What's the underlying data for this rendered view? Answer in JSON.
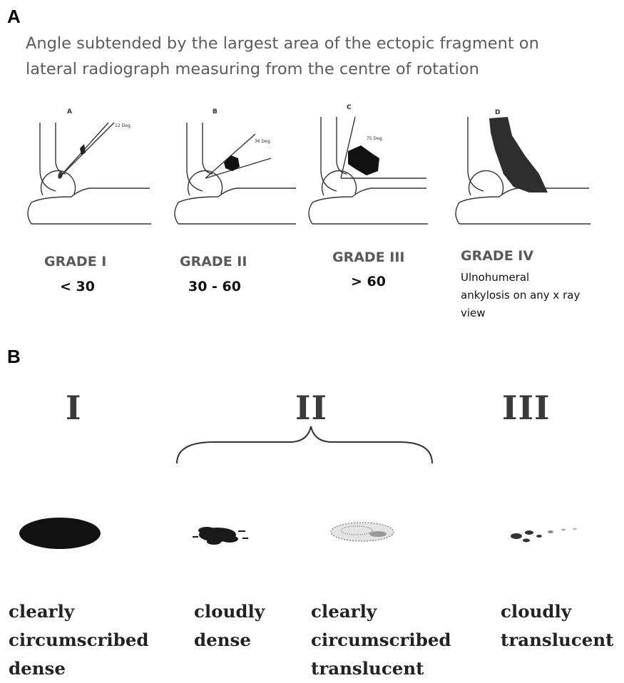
{
  "panel_a": {
    "letter": "A",
    "subtitle_line1": "Angle subtended by the largest area of the ectopic fragment  on",
    "subtitle_line2": "lateral radiograph measuring from the centre of rotation",
    "drawings": [
      {
        "label": "A",
        "angle_text": "12 Deg."
      },
      {
        "label": "B",
        "angle_text": "36 Deg."
      },
      {
        "label": "C",
        "angle_text": "75 Deg."
      },
      {
        "label": "D",
        "angle_text": ""
      }
    ],
    "grades": [
      {
        "name": "GRADE I",
        "value": "< 30"
      },
      {
        "name": "GRADE II",
        "value": "30 - 60"
      },
      {
        "name": "GRADE III",
        "value": "> 60"
      },
      {
        "name": "GRADE IV",
        "desc_line1": "Ulnohumeral",
        "desc_line2": "ankylosis on any x ray",
        "desc_line3": "view"
      }
    ]
  },
  "panel_b": {
    "letter": "B",
    "classes": [
      "I",
      "II",
      "III"
    ],
    "descriptions": [
      {
        "l1": "clearly",
        "l2": "circumscribed",
        "l3": "dense"
      },
      {
        "l1": "cloudly",
        "l2": "dense",
        "l3": ""
      },
      {
        "l1": "clearly",
        "l2": "circumscribed",
        "l3": "translucent"
      },
      {
        "l1": "cloudly",
        "l2": "translucent",
        "l3": ""
      }
    ]
  },
  "colors": {
    "subtitle": "#5c5c5c",
    "grade": "#5a5a5a",
    "ink": "#222222"
  }
}
